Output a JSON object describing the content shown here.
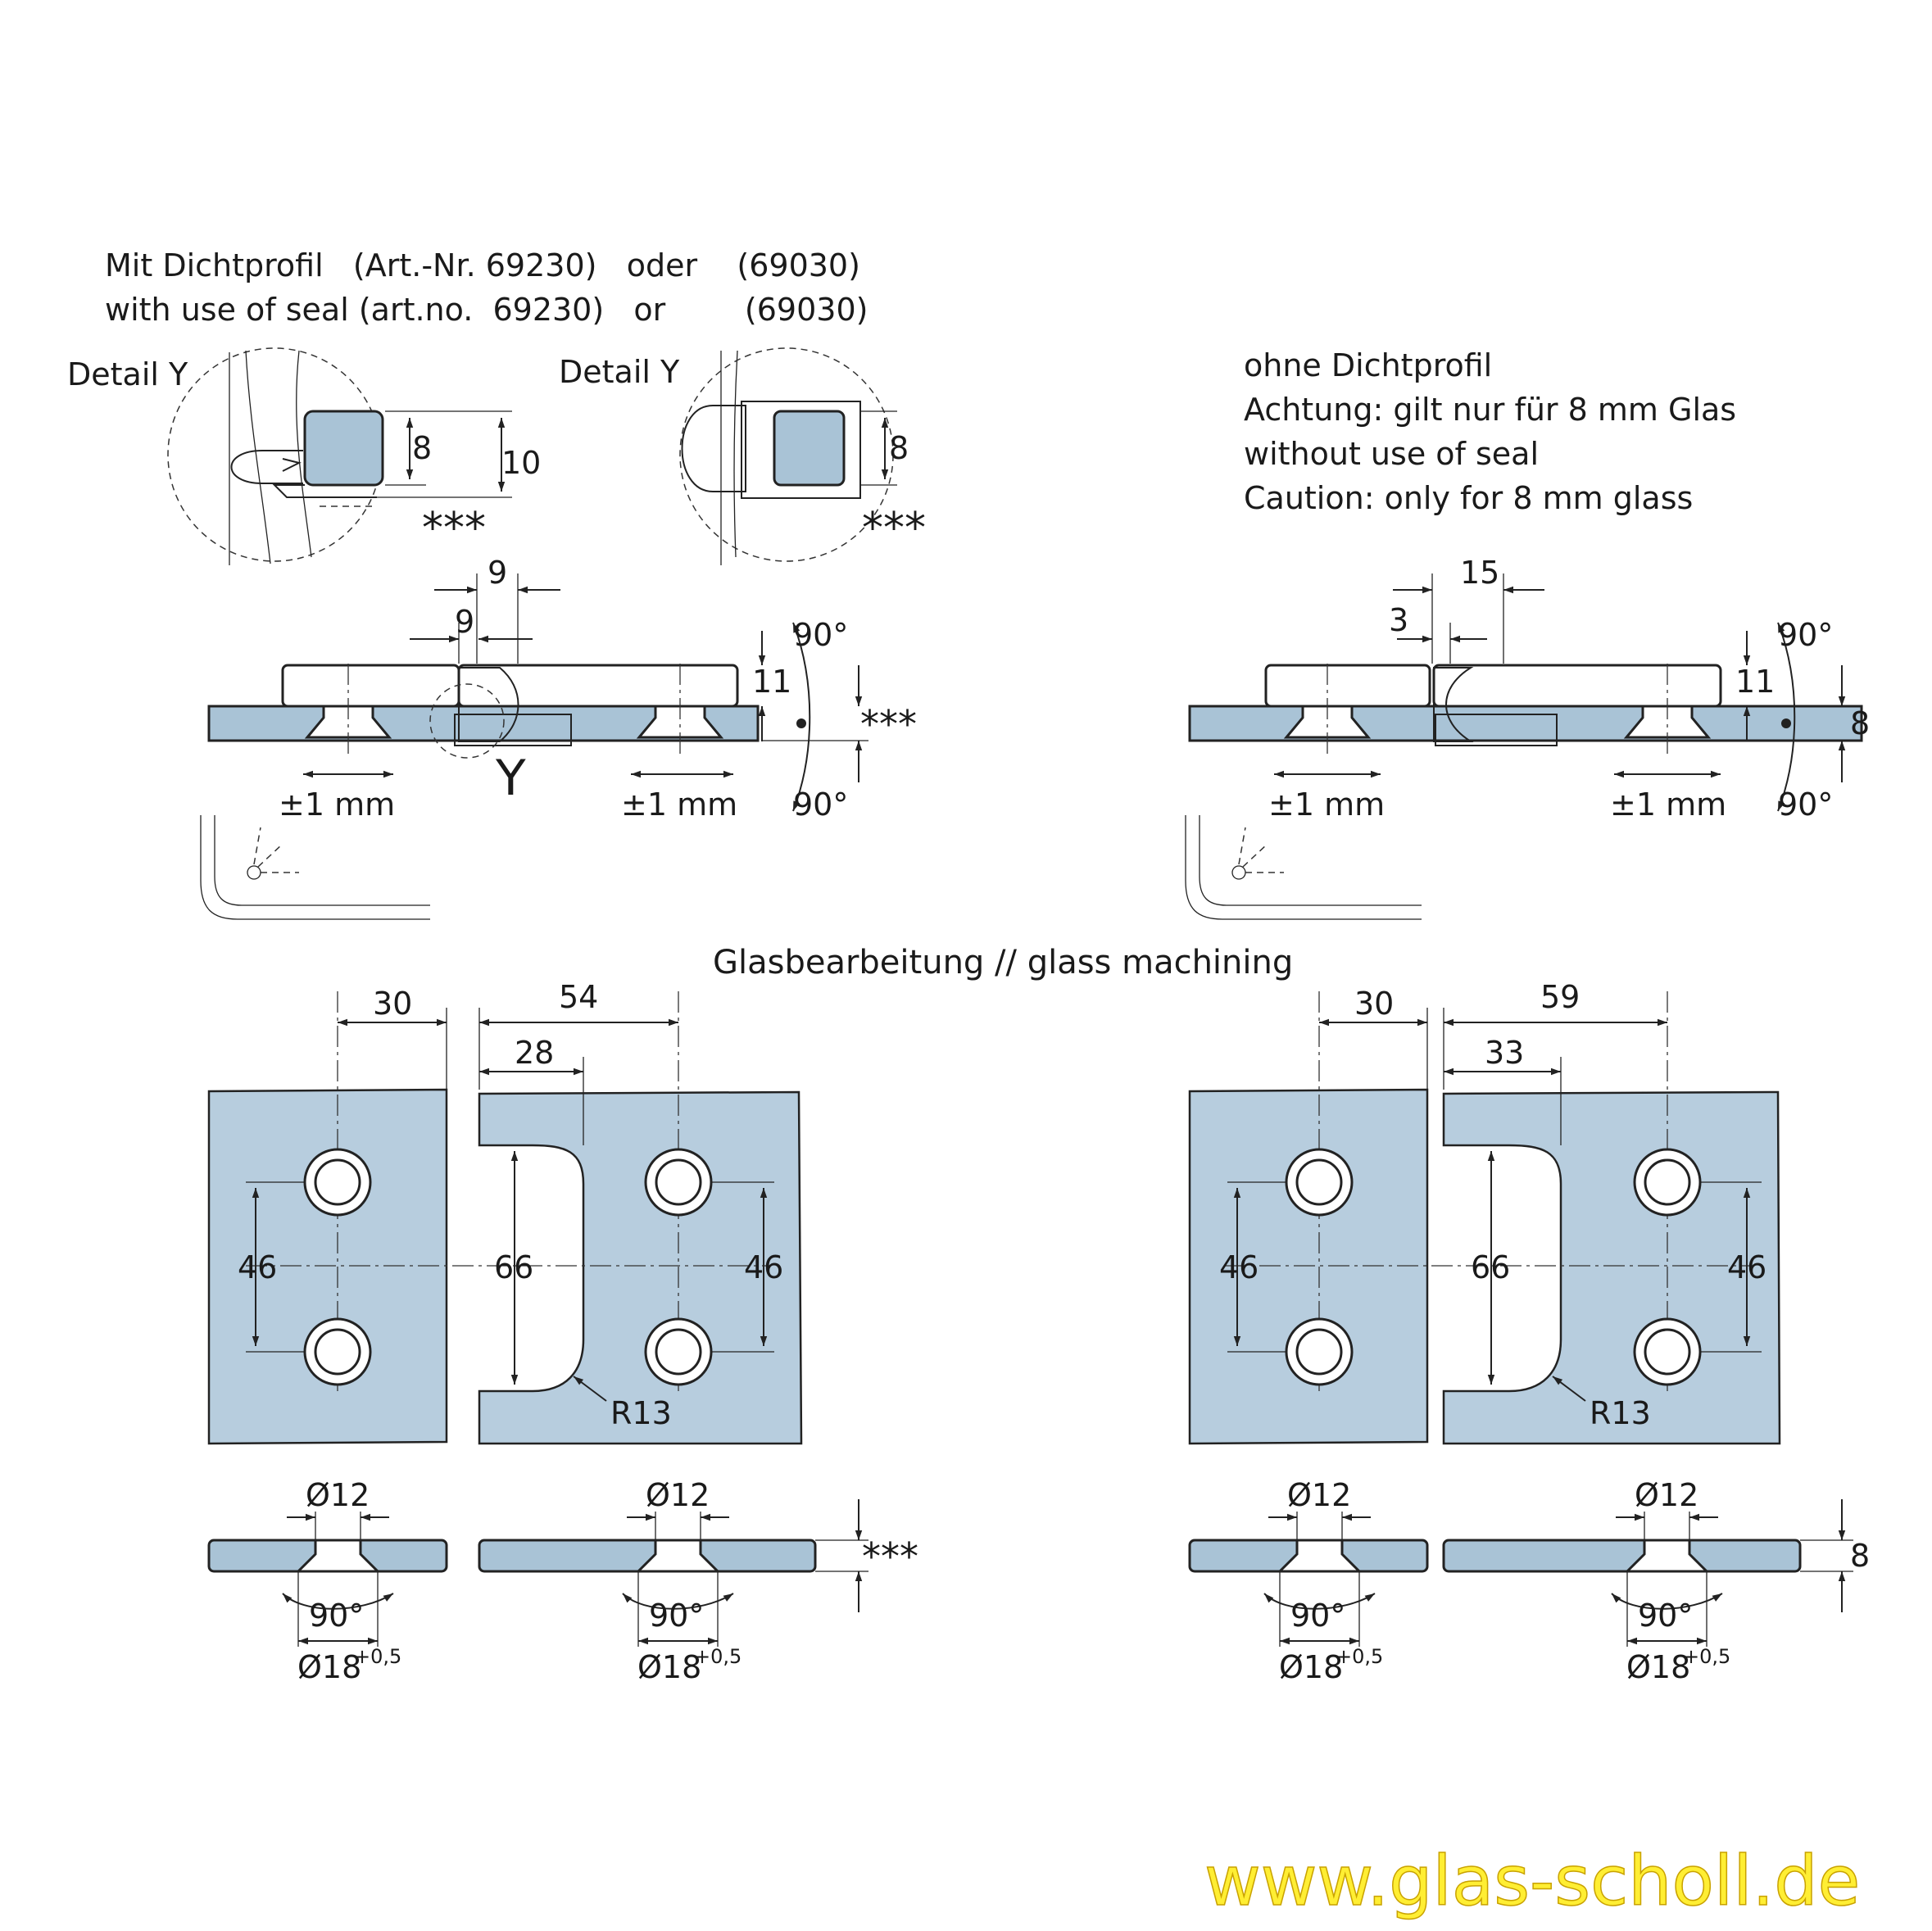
{
  "header": {
    "seal_line_de": "Mit Dichtprofil   (Art.-Nr. 69230)   oder    (69030)",
    "seal_line_en": "with use of seal (art.no.  69230)   or        (69030)",
    "no_seal_de": "ohne Dichtprofil",
    "caution_de": "Achtung: gilt nur für 8 mm Glas",
    "no_seal_en": "without use of seal",
    "caution_en": "Caution: only for 8 mm glass"
  },
  "detail_left": {
    "title": "Detail Y",
    "dim_glass": "8",
    "dim_total": "10",
    "stars": "***"
  },
  "detail_right": {
    "title": "Detail Y",
    "dim_glass": "8",
    "stars": "***"
  },
  "section_left": {
    "dim_top": "9",
    "dim_mid": "9",
    "dim_height": "11",
    "stars": "***",
    "angle_top": "90°",
    "angle_bottom": "90°",
    "tol_left": "±1 mm",
    "tol_right": "±1 mm",
    "detail_marker": "Y"
  },
  "section_right": {
    "dim_top": "15",
    "dim_mid": "3",
    "dim_height": "11",
    "glass_thickness": "8",
    "angle_top": "90°",
    "angle_bottom": "90°",
    "tol_left": "±1 mm",
    "tol_right": "±1 mm"
  },
  "machining_title": "Glasbearbeitung // glass machining",
  "machining_left": {
    "dim_edge": "30",
    "dim_far": "54",
    "dim_notch": "28",
    "dim_pitch_left": "46",
    "dim_cutout": "66",
    "dim_pitch_right": "46",
    "radius": "R13",
    "hole_dia_1": "Ø12",
    "hole_dia_2": "Ø12",
    "countersink_1": "90°",
    "countersink_2": "90°",
    "outer_dia_1": "Ø18",
    "outer_dia_2": "Ø18",
    "outer_tol": "+0,5",
    "stars": "***"
  },
  "machining_right": {
    "dim_edge": "30",
    "dim_far": "59",
    "dim_notch": "33",
    "dim_pitch_left": "46",
    "dim_cutout": "66",
    "dim_pitch_right": "46",
    "radius": "R13",
    "hole_dia_1": "Ø12",
    "hole_dia_2": "Ø12",
    "countersink_1": "90°",
    "countersink_2": "90°",
    "outer_dia_1": "Ø18",
    "outer_dia_2": "Ø18",
    "outer_tol": "+0,5",
    "glass_thickness": "8"
  },
  "watermark": "www.glas-scholl.de",
  "colors": {
    "glass": "#a9c3d6",
    "line": "#222222",
    "watermark": "#ffee33"
  }
}
